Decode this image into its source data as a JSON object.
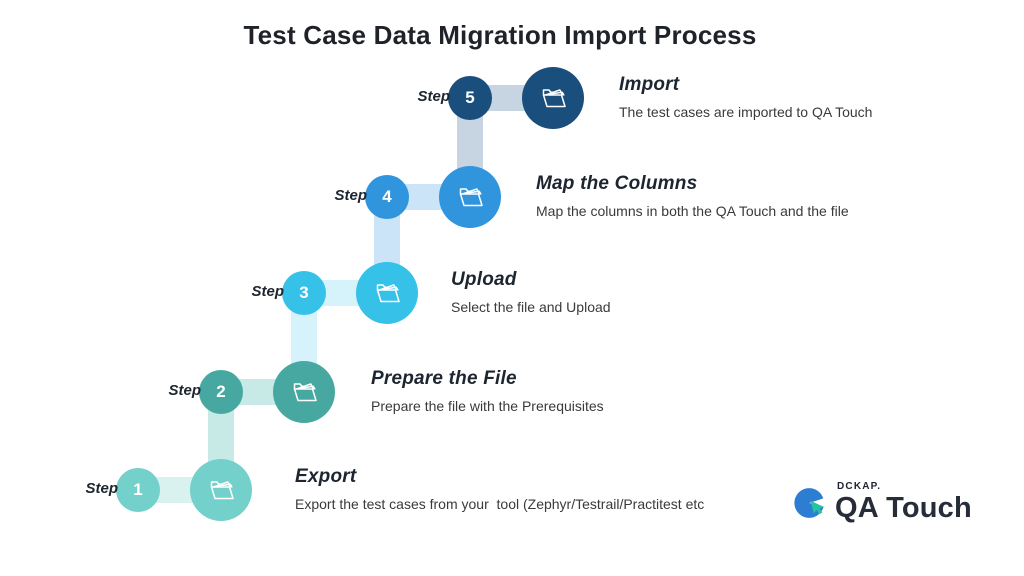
{
  "title": "Test Case Data Migration Import Process",
  "steps": [
    {
      "label": "Step",
      "number": "1",
      "title": "Export",
      "description": "Export the test cases from your  tool (Zephyr/Testrail/Practitest etc",
      "color": "#74d0ca",
      "tint": "#d9f2f0",
      "icon": "open-folder-icon"
    },
    {
      "label": "Step",
      "number": "2",
      "title": "Prepare the File",
      "description": "Prepare the file with the Prerequisites",
      "color": "#47a8a2",
      "tint": "#c8eae7",
      "icon": "open-folder-icon"
    },
    {
      "label": "Step",
      "number": "3",
      "title": "Upload",
      "description": "Select the file and Upload",
      "color": "#36c1e8",
      "tint": "#d6f2fb",
      "icon": "open-folder-icon"
    },
    {
      "label": "Step",
      "number": "4",
      "title": "Map the Columns",
      "description": "Map the columns in both the QA Touch and the file",
      "color": "#3095dd",
      "tint": "#cbe4f7",
      "icon": "open-folder-icon"
    },
    {
      "label": "Step",
      "number": "5",
      "title": "Import",
      "description": "The test cases are imported to QA Touch",
      "color": "#1a4e7d",
      "tint": "#c7d4e2",
      "icon": "open-folder-icon"
    }
  ],
  "logo": {
    "brand": "DCKAP.",
    "product": "QA Touch",
    "icon_blue": "#2d7dd2",
    "icon_green": "#26c2a2",
    "text_color": "#262d38"
  }
}
